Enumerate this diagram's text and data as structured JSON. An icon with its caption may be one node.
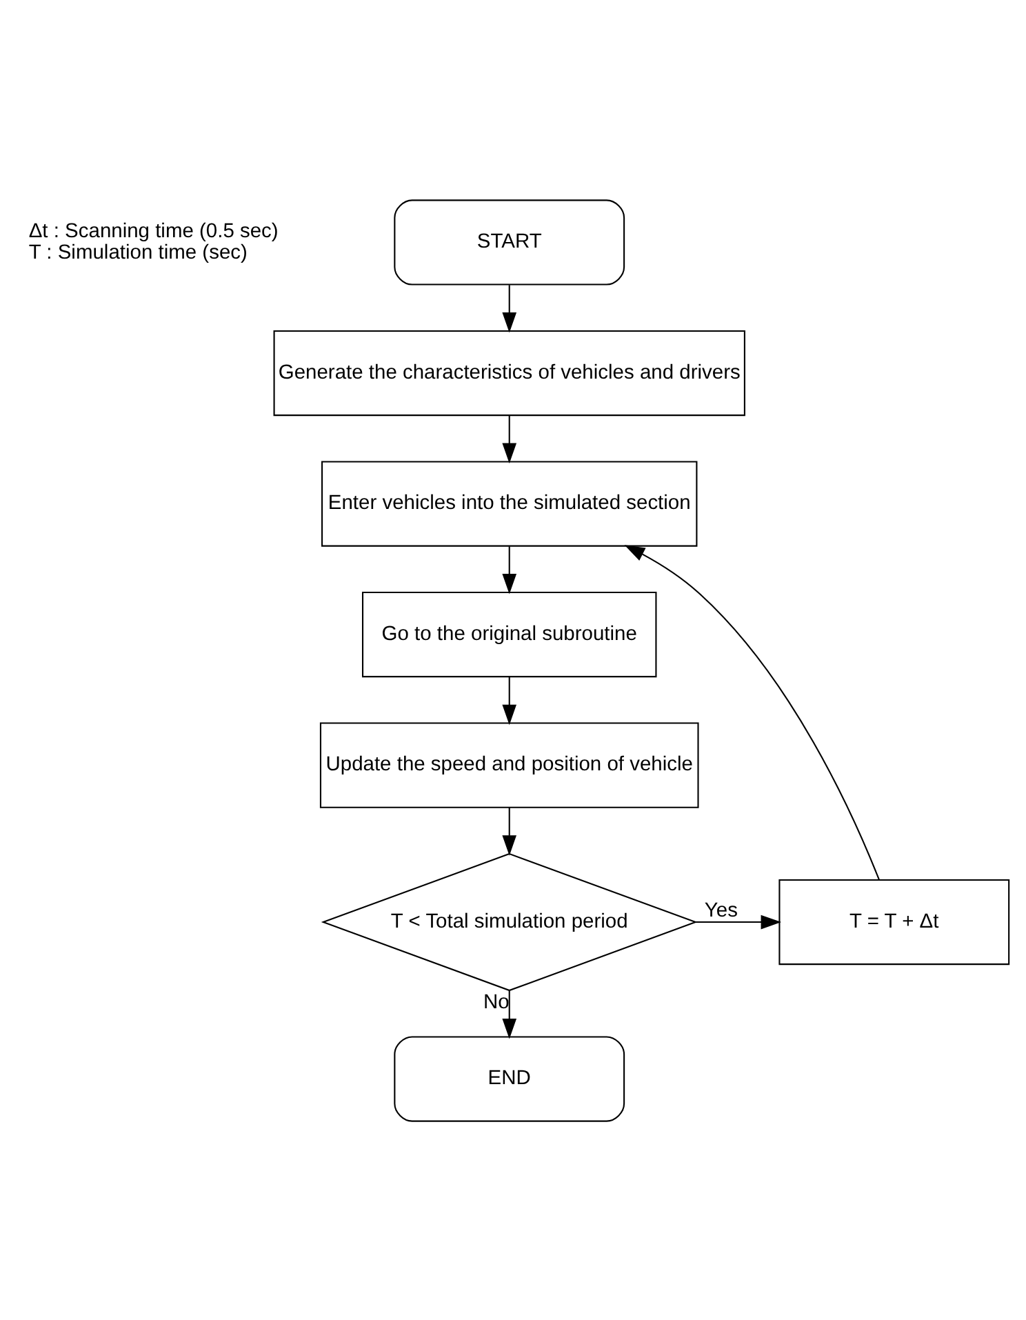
{
  "diagram": {
    "nodes": [
      {
        "text": [
          "START"
        ]
      },
      {
        "text": [
          "Generate the characteristics of vehicles and drivers"
        ]
      },
      {
        "text": [
          "Enter vehicles into the simulated section"
        ]
      },
      {
        "text": [
          "Go to the original subroutine"
        ]
      },
      {
        "text": [
          "Update the speed and position of vehicle"
        ]
      },
      {
        "text": [
          "T < Total simulation period"
        ]
      },
      {
        "text": [
          "T = T + Δt"
        ]
      },
      {
        "text": [
          "END"
        ]
      }
    ],
    "edges": [
      {
        "from": 0,
        "to": 1,
        "arrow": "to"
      },
      {
        "from": 1,
        "to": 2,
        "arrow": "to"
      },
      {
        "from": 2,
        "to": 3,
        "arrow": "to"
      },
      {
        "from": 3,
        "to": 4,
        "arrow": "to"
      },
      {
        "from": 4,
        "to": 5,
        "arrow": "to"
      },
      {
        "from": 5,
        "to": 6,
        "arrow": "to",
        "label": "Yes"
      },
      {
        "from": 6,
        "to": 2,
        "arrow": "to"
      },
      {
        "from": 5,
        "to": 7,
        "arrow": "to",
        "label": "No"
      }
    ],
    "labels": [
      "Δt : Scanning time (0.5 sec)",
      "T : Simulation time (sec)"
    ]
  }
}
